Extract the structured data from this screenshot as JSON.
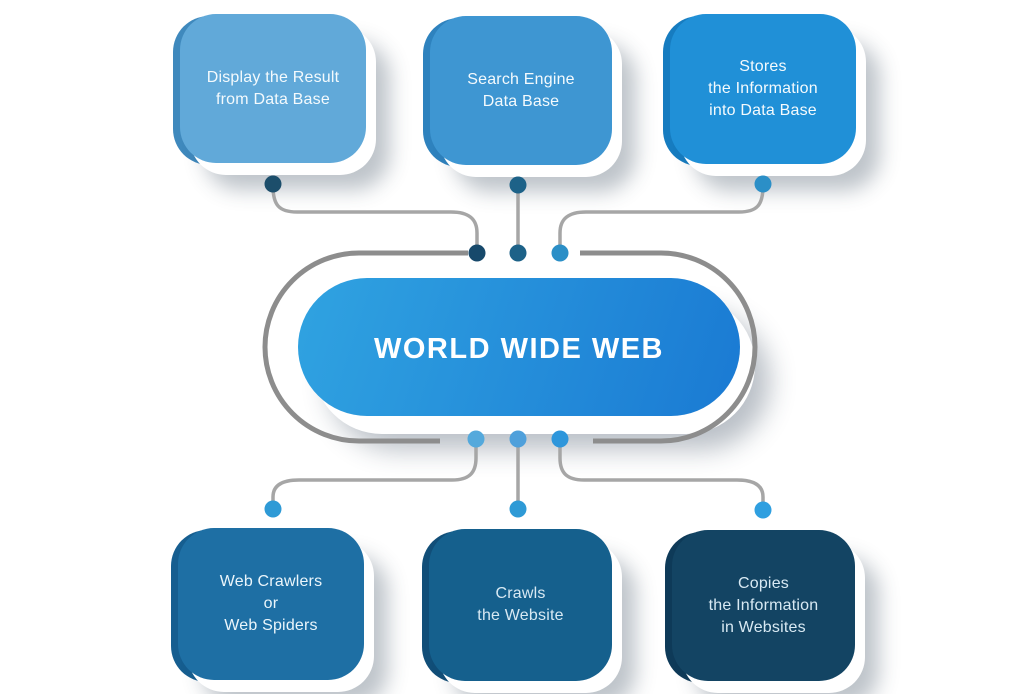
{
  "diagram": {
    "background": "#FFFFFF",
    "outline_color": "#8D8D8D",
    "connector_color": "#A6A6A6",
    "hub": {
      "title": "WORLD WIDE WEB",
      "gradient_start": "#30A3E1",
      "gradient_end": "#1A7AD3",
      "text_color": "#FFFFFF",
      "top_dots": [
        "#17496B",
        "#1D6288",
        "#2B8FC7"
      ],
      "bottom_dots": [
        "#54A9DC",
        "#4FA0DB",
        "#2E96DB"
      ]
    },
    "top_nodes": [
      {
        "label": "Display the Result\nfrom Data Base",
        "fill": "#61A9D9",
        "edge": "#3F89BD",
        "dot": "#1C4E6B",
        "text_color": "#F4FAFD"
      },
      {
        "label": "Search Engine\nData Base",
        "fill": "#3E96D2",
        "edge": "#2E82BE",
        "dot": "#1D6288",
        "text_color": "#F4FAFD"
      },
      {
        "label": "Stores\nthe Information\ninto Data Base",
        "fill": "#2090D7",
        "edge": "#167CC0",
        "dot": "#2B8FC7",
        "text_color": "#F4FAFD"
      }
    ],
    "bottom_nodes": [
      {
        "label": "Web Crawlers\nor\nWeb Spiders",
        "fill": "#1E6FA4",
        "edge": "#165E90",
        "dot": "#2E9AD6",
        "text_color": "#EAF5FB"
      },
      {
        "label": "Crawls\nthe Website",
        "fill": "#15608D",
        "edge": "#114E78",
        "dot": "#2E9AD6",
        "text_color": "#D8E9F3"
      },
      {
        "label": "Copies\nthe Information\nin Websites",
        "fill": "#134463",
        "edge": "#0E3A58",
        "dot": "#2F9FE0",
        "text_color": "#D8E9F3"
      }
    ]
  }
}
